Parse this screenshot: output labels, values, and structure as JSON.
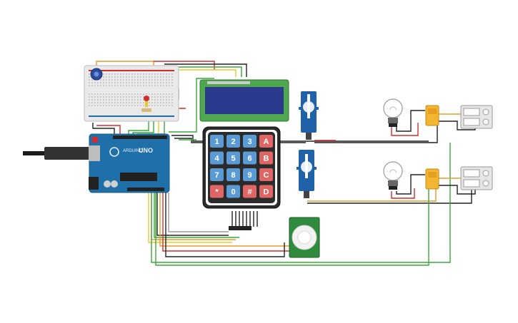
{
  "arduino": {
    "brand": "ARDUINO",
    "model": "UNO",
    "colors": {
      "board": "#1f6fa8",
      "chip": "#222222",
      "usb": "#333333"
    }
  },
  "keypad": {
    "keys": [
      [
        "1",
        "2",
        "3",
        "A"
      ],
      [
        "4",
        "5",
        "6",
        "B"
      ],
      [
        "7",
        "8",
        "9",
        "C"
      ],
      [
        "*",
        "0",
        "#",
        "D"
      ]
    ],
    "colors": {
      "number_key": "#5b9bd5",
      "letter_key": "#e06666",
      "frame": "#2b2b2b"
    }
  },
  "lcd": {
    "colors": {
      "bezel": "#4fa84f",
      "screen": "#2b3a8c"
    }
  },
  "pir": {
    "colors": {
      "board": "#2e8b3d",
      "dome": "#f2f2f2"
    }
  },
  "lamps": [
    {
      "name": "lightbulb-1"
    },
    {
      "name": "lightbulb-2"
    }
  ],
  "relays": [
    {
      "name": "relay-1"
    },
    {
      "name": "relay-2"
    }
  ],
  "servos": [
    {
      "name": "servo-1"
    },
    {
      "name": "servo-2"
    }
  ],
  "outlets": [
    {
      "name": "power-outlet-1"
    },
    {
      "name": "power-outlet-2"
    }
  ],
  "wire_colors": {
    "red": "#d62c2c",
    "black": "#222222",
    "green": "#3aa83a",
    "orange": "#e89b2a",
    "yellow": "#e8c92a",
    "gray": "#9a9a9a"
  }
}
